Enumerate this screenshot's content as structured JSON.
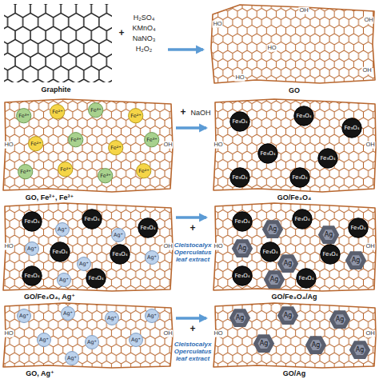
{
  "diagram": {
    "nodes": [
      {
        "text": [
          "Fe³⁺"
        ]
      },
      {
        "text": [
          "Fe²⁺"
        ]
      },
      {
        "text": [
          "Fe³⁺"
        ]
      },
      {
        "text": [
          "Fe²⁺"
        ]
      },
      {
        "text": [
          "Fe²⁺"
        ]
      },
      {
        "text": [
          "Fe³⁺"
        ]
      },
      {
        "text": [
          "Fe²⁺"
        ]
      },
      {
        "text": [
          "Fe³⁺"
        ]
      },
      {
        "text": [
          "Fe³⁺"
        ]
      },
      {
        "text": [
          "Fe²⁺"
        ]
      },
      {
        "text": [
          "Fe³⁺"
        ]
      },
      {
        "text": [
          "Fe²⁺"
        ]
      },
      {
        "text": [
          "Fe₃O₄"
        ]
      },
      {
        "text": [
          "Fe₃O₄"
        ]
      },
      {
        "text": [
          "Fe₃O₄"
        ]
      },
      {
        "text": [
          "Fe₃O₄"
        ]
      },
      {
        "text": [
          "Fe₃O₄"
        ]
      },
      {
        "text": [
          "Fe₃O₄"
        ]
      },
      {
        "text": [
          "Fe₃O₄"
        ]
      },
      {
        "text": [
          "Fe₃O₄"
        ]
      },
      {
        "text": [
          "Fe₃O₄"
        ]
      },
      {
        "text": [
          "Fe₃O₄"
        ]
      },
      {
        "text": [
          "Fe₃O₄"
        ]
      },
      {
        "text": [
          "Fe₃O₄"
        ]
      },
      {
        "text": [
          "Fe₃O₄"
        ]
      },
      {
        "text": [
          "Fe₃O₄"
        ]
      },
      {
        "text": [
          "Ag⁺"
        ]
      },
      {
        "text": [
          "Ag⁺"
        ]
      },
      {
        "text": [
          "Ag⁺"
        ]
      },
      {
        "text": [
          "Ag⁺"
        ]
      },
      {
        "text": [
          "Ag⁺"
        ]
      },
      {
        "text": [
          "Ag⁺"
        ]
      },
      {
        "text": [
          "Fe₃O₄"
        ]
      },
      {
        "text": [
          "Fe₃O₄"
        ]
      },
      {
        "text": [
          "Fe₃O₄"
        ]
      },
      {
        "text": [
          "Fe₃O₄"
        ]
      },
      {
        "text": [
          "Fe₃O₄"
        ]
      },
      {
        "text": [
          "Fe₃O₄"
        ]
      },
      {
        "text": [
          "Fe₃O₄"
        ]
      },
      {
        "text": [
          "Ag"
        ]
      },
      {
        "text": [
          "Ag"
        ]
      },
      {
        "text": [
          "Ag"
        ]
      },
      {
        "text": [
          "Ag"
        ]
      },
      {
        "text": [
          "Ag"
        ]
      },
      {
        "text": [
          "Ag"
        ]
      },
      {
        "text": [
          "Ag⁺"
        ]
      },
      {
        "text": [
          "Ag⁺"
        ]
      },
      {
        "text": [
          "Ag⁺"
        ]
      },
      {
        "text": [
          "Ag⁺"
        ]
      },
      {
        "text": [
          "Ag⁺"
        ]
      },
      {
        "text": [
          "Ag⁺"
        ]
      },
      {
        "text": [
          "Ag⁺"
        ]
      },
      {
        "text": [
          "Ag⁺"
        ]
      },
      {
        "text": [
          "Ag"
        ]
      },
      {
        "text": [
          "Ag"
        ]
      },
      {
        "text": [
          "Ag"
        ]
      },
      {
        "text": [
          "Ag"
        ]
      },
      {
        "text": [
          "Ag"
        ]
      },
      {
        "text": [
          "Ag"
        ]
      }
    ],
    "labels": [
      "Graphite",
      "+",
      "H₂SO₄",
      "KMnO₄",
      "NaNO₃",
      "H₂O₂",
      "GO",
      "GO, Fe²⁺, Fe³⁺",
      "+",
      "NaOH",
      "GO/Fe₃O₄",
      "GO/Fe₃O₄, Ag⁺",
      "+",
      "Cleistocalyx Operculatus leaf extract",
      "GO/Fe₃O₄/Ag",
      "GO, Ag⁺",
      "+",
      "Cleistocalyx Operculatus leaf extract",
      "GO/Ag",
      "HO",
      "HO",
      "OH",
      "OH",
      "OH",
      "HO",
      "HO",
      "OH",
      "HO",
      "OH",
      "HO",
      "OH",
      "HO",
      "OH",
      "HO",
      "OH",
      "HO",
      "OH"
    ]
  }
}
